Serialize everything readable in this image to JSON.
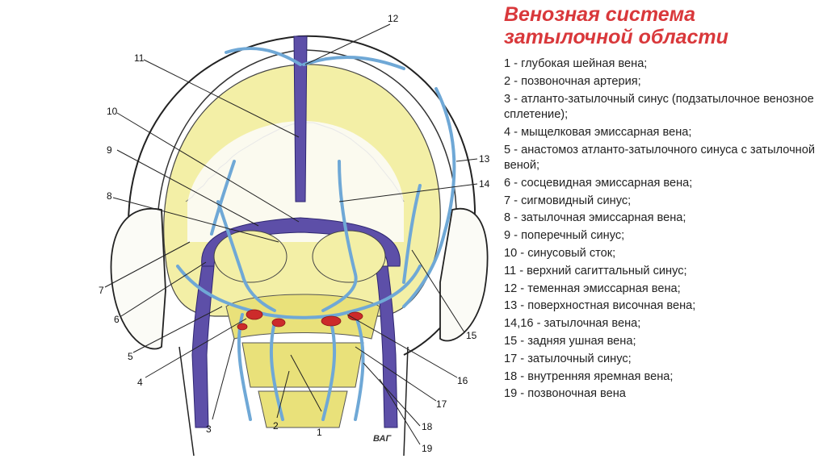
{
  "title": {
    "line1": "Венозная система",
    "line2": "затылочной области"
  },
  "legend": [
    "1 - глубокая шейная вена;",
    "2 - позвоночная артерия;",
    "3 - атланто-затылочный синус (подзатылочное венозное сплетение);",
    "4 - мыщелковая эмиссарная вена;",
    "5 - анастомоз атланто-затылочного синуса с затылочной веной;",
    "6 - сосцевидная эмиссарная вена;",
    "7 - сигмовидный синус;",
    "8 - затылочная эмиссарная вена;",
    "9 - поперечный синус;",
    "10 - синусовый сток;",
    "11 - верхний сагиттальный синус;",
    "12 - теменная эмиссарная вена;",
    "13 - поверхностная височная вена;",
    "14,16 - затылочная вена;",
    "15 - задняя ушная вена;",
    "17 - затылочный синус;",
    "18 - внутренняя яремная вена;",
    "19 - позвоночная вена"
  ],
  "figure_labels": [
    "1",
    "2",
    "3",
    "4",
    "5",
    "6",
    "7",
    "8",
    "9",
    "10",
    "11",
    "12",
    "13",
    "14",
    "15",
    "16",
    "17",
    "18",
    "19"
  ],
  "signature": "ВАГ",
  "colors": {
    "title": "#d9383b",
    "bone": "#f3efa6",
    "sinus": "#5d4fa8",
    "vein": "#6fa8d6",
    "artery": "#cc2b2b",
    "vertebra": "#e9e17a"
  }
}
